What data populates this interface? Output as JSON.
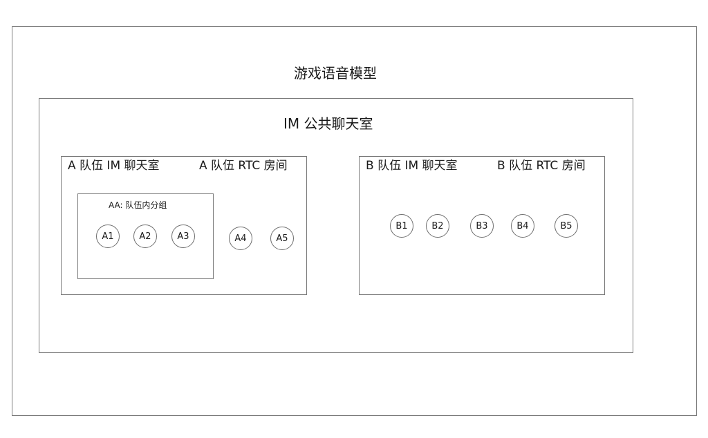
{
  "diagram": {
    "title": "游戏语音模型",
    "public_room": {
      "label": "IM 公共聊天室"
    },
    "team_a": {
      "im_label": "A 队伍 IM 聊天室",
      "rtc_label": "A 队伍 RTC 房间",
      "subgroup": {
        "label": "AA:  队伍内分组",
        "members": [
          "A1",
          "A2",
          "A3"
        ]
      },
      "members": [
        "A4",
        "A5"
      ]
    },
    "team_b": {
      "im_label": "B 队伍 IM 聊天室",
      "rtc_label": "B 队伍 RTC 房间",
      "members": [
        "B1",
        "B2",
        "B3",
        "B4",
        "B5"
      ]
    }
  }
}
